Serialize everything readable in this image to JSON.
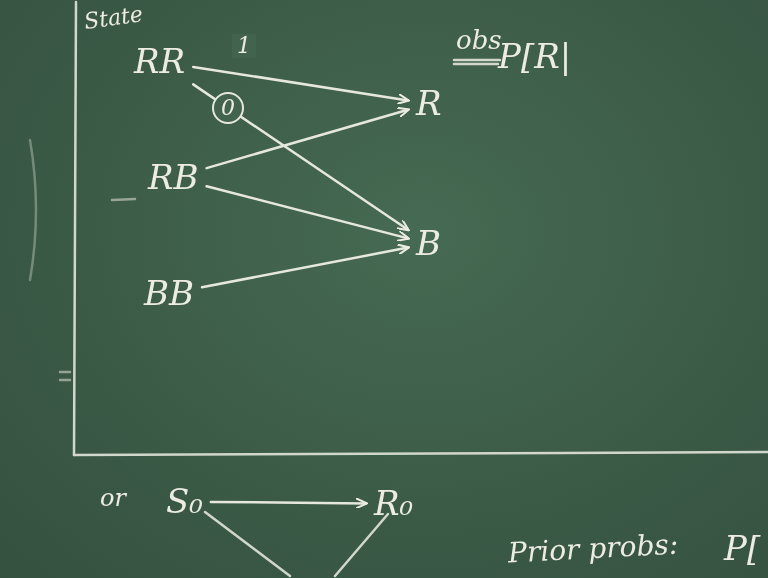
{
  "diagram": {
    "nodes": [
      {
        "text": [
          "RR"
        ]
      },
      {
        "text": [
          "RB"
        ]
      },
      {
        "text": [
          "BB"
        ]
      },
      {
        "text": [
          "R"
        ]
      },
      {
        "text": [
          "B"
        ]
      },
      {
        "text": [
          "S₀"
        ]
      },
      {
        "text": [
          "R₀"
        ]
      }
    ],
    "edges": [
      {
        "from": 0,
        "to": 3,
        "label": "1",
        "arrow": "to"
      },
      {
        "from": 0,
        "to": 4,
        "label": "0",
        "arrow": "to"
      },
      {
        "from": 1,
        "to": 3,
        "arrow": "to"
      },
      {
        "from": 1,
        "to": 4,
        "arrow": "to"
      },
      {
        "from": 2,
        "to": 4,
        "arrow": "to"
      },
      {
        "from": 5,
        "to": 6,
        "arrow": "to"
      }
    ],
    "labels": [
      "State",
      "obs",
      "P[R|",
      "or",
      "Prior probs:",
      "P["
    ]
  }
}
